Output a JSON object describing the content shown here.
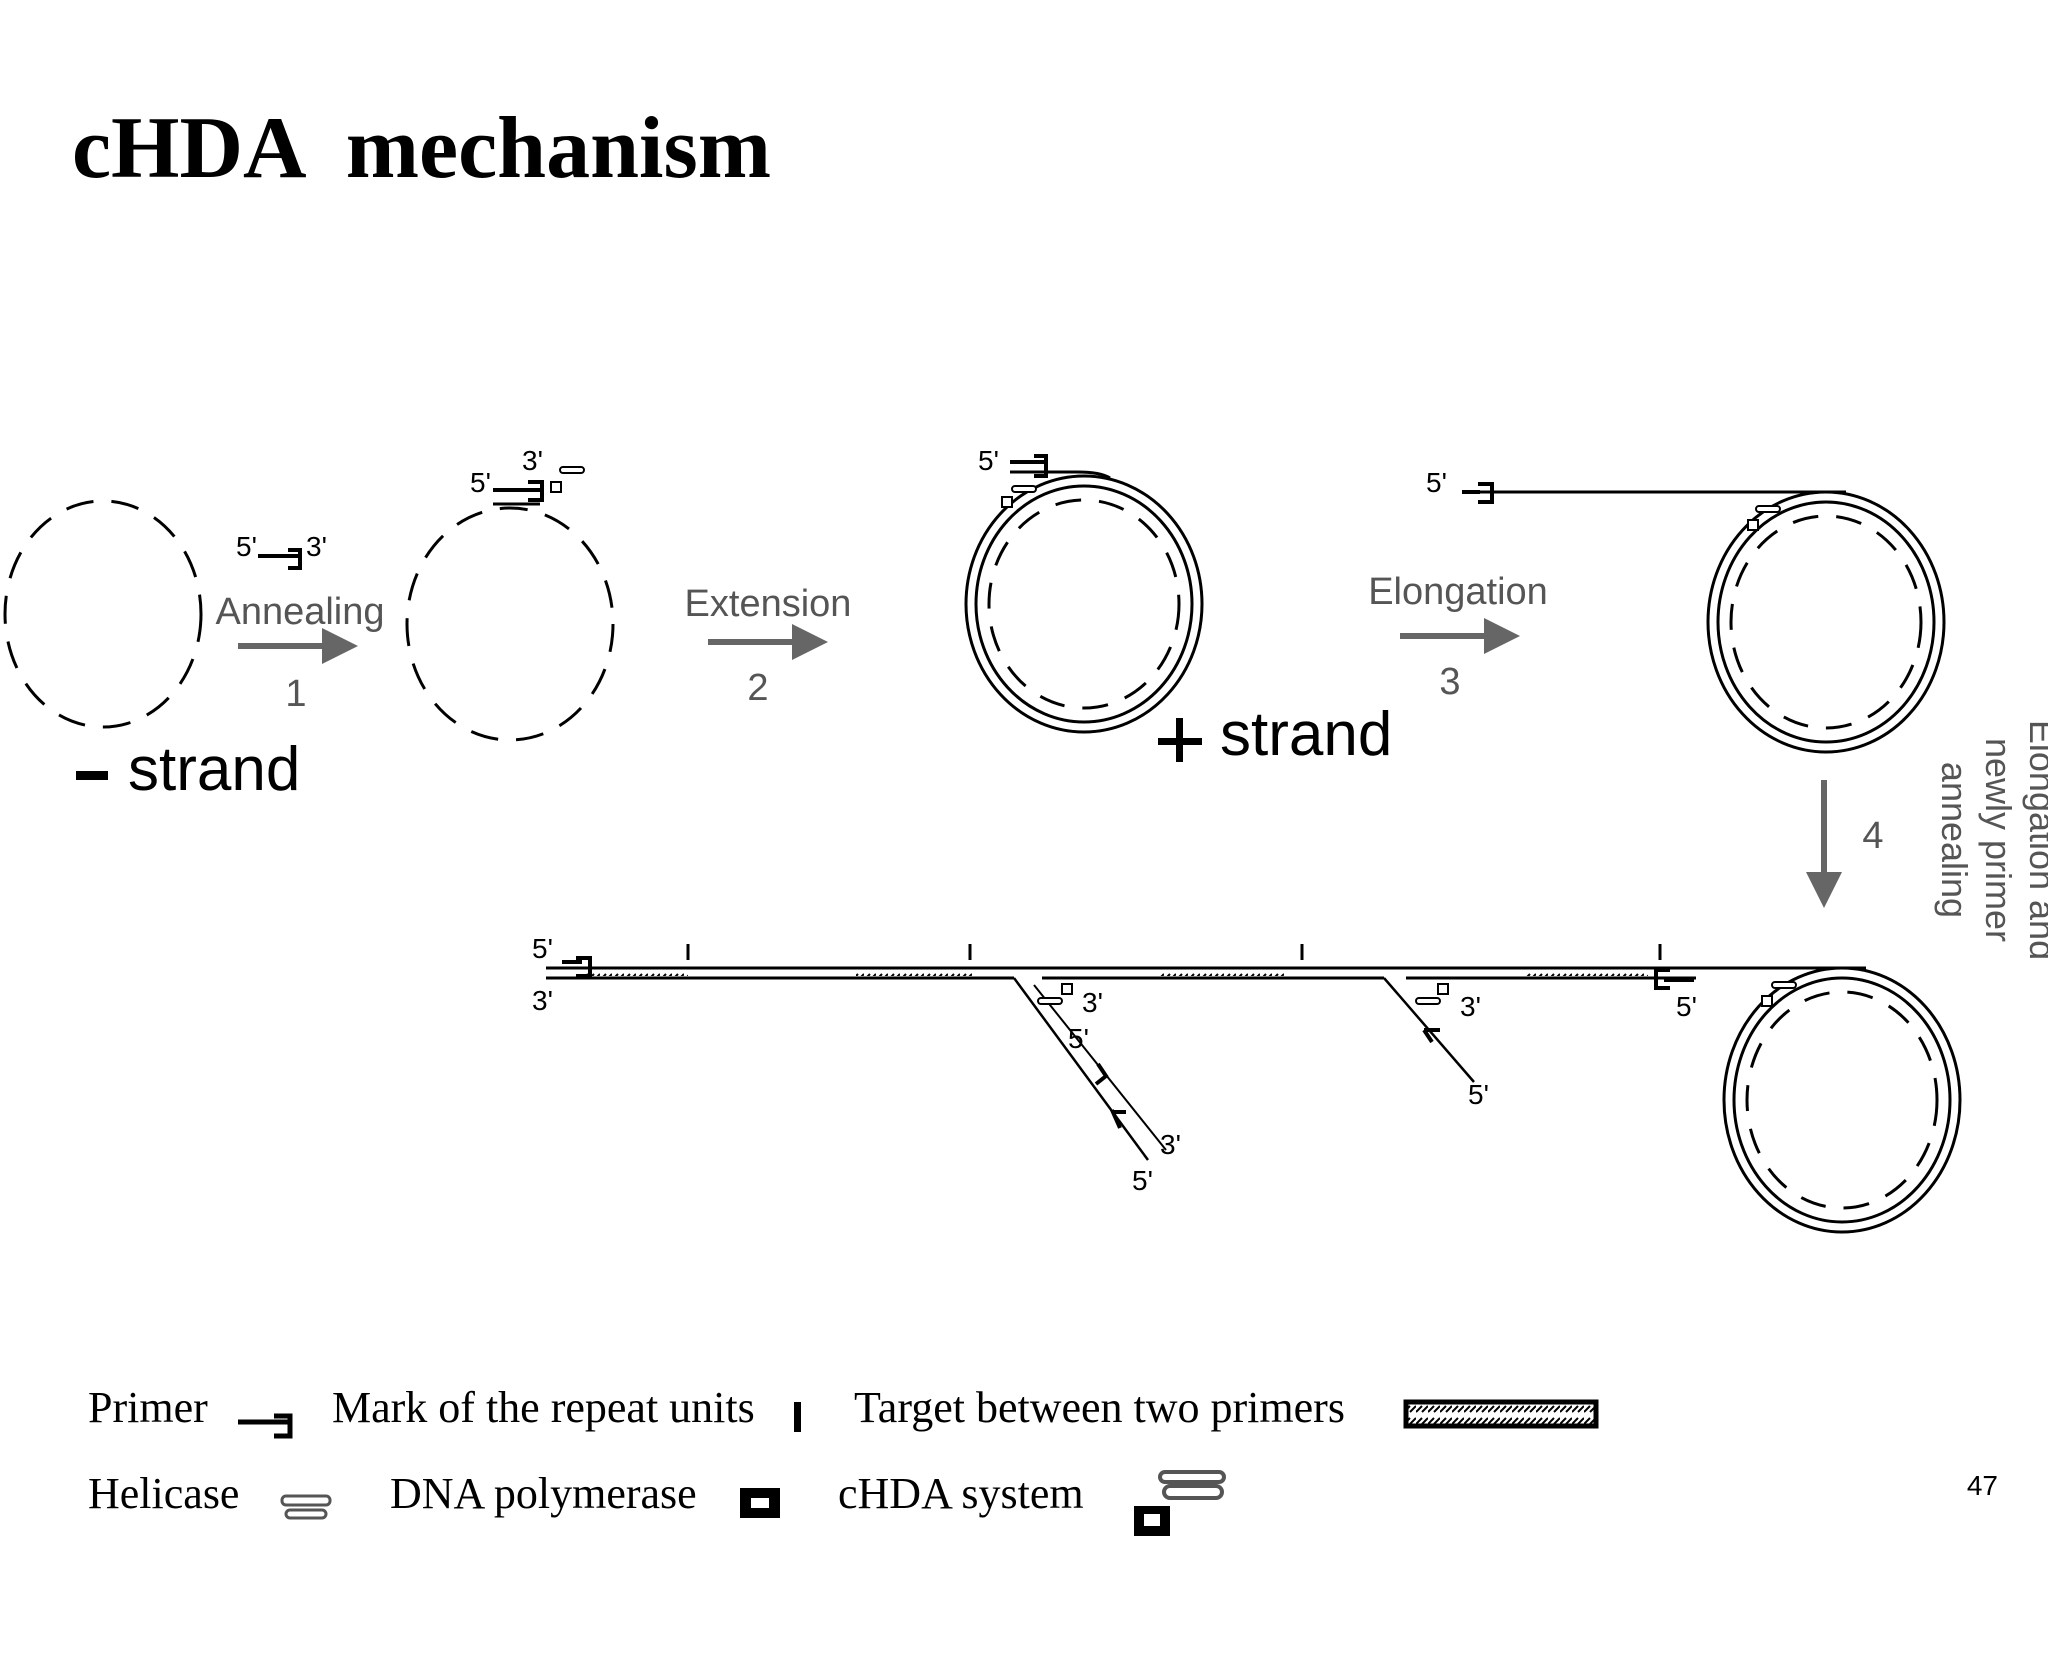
{
  "title": "cHDA  mechanism",
  "page_number": "47",
  "colors": {
    "ink": "#000000",
    "arrow": "#666666",
    "step_text": "#555555"
  },
  "steps": [
    {
      "number": "1",
      "label": "Annealing"
    },
    {
      "number": "2",
      "label": "Extension"
    },
    {
      "number": "3",
      "label": "Elongation"
    },
    {
      "number": "4",
      "label": "Elongation and newly primer annealing",
      "lines": [
        "Elongation and",
        "newly primer",
        "annealing"
      ]
    }
  ],
  "strand_labels": {
    "minus": "strand",
    "plus": "strand"
  },
  "end_labels": {
    "five_prime": "5'",
    "three_prime": "3'"
  },
  "legend": {
    "primer": "Primer",
    "repeat_mark": "Mark of the repeat units",
    "target": "Target between two primers",
    "helicase": "Helicase",
    "polymerase": "DNA polymerase",
    "system": "cHDA system"
  }
}
